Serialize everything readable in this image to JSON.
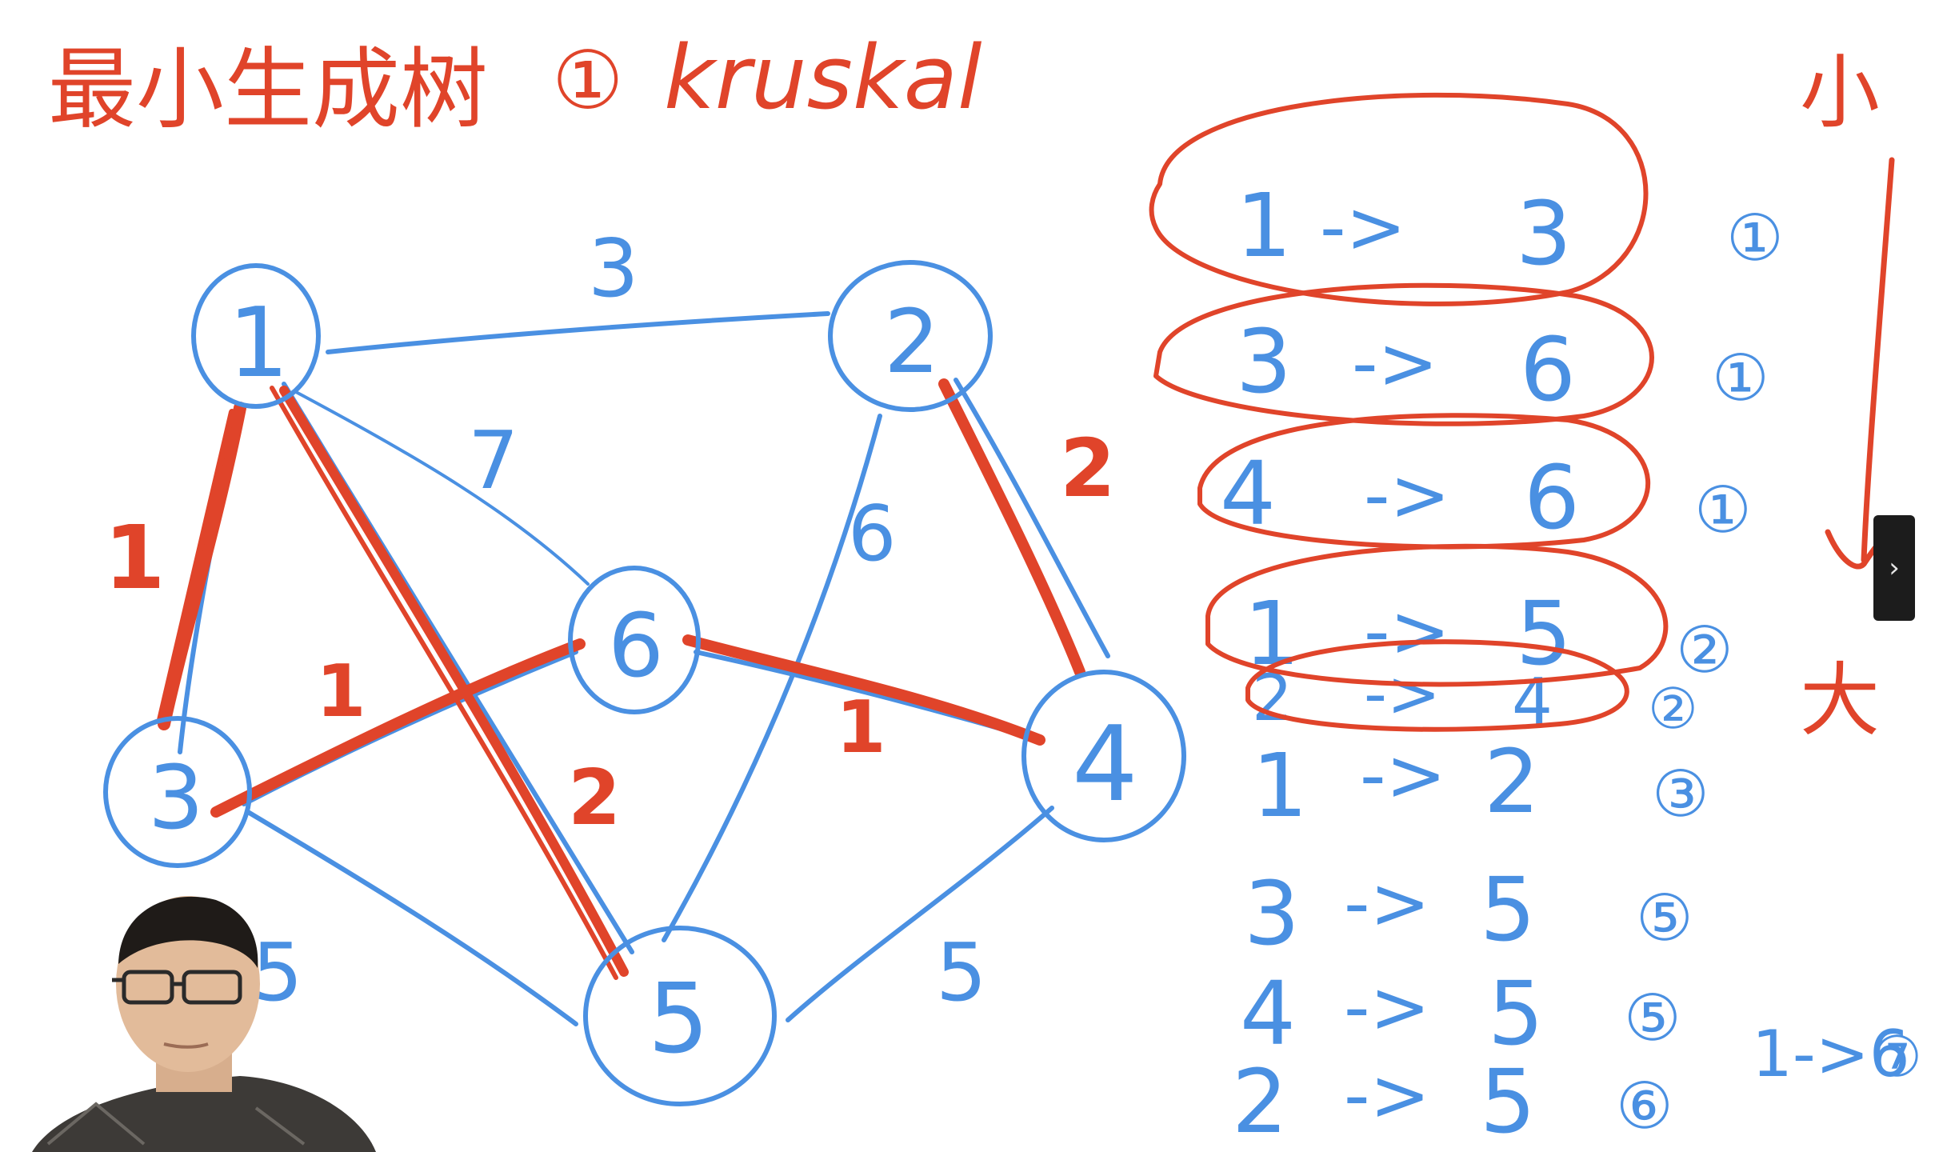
{
  "title": {
    "heading": "最小生成树",
    "method_number": "①",
    "method_name": "kruskal"
  },
  "graph": {
    "nodes": [
      "1",
      "2",
      "3",
      "4",
      "5",
      "6"
    ],
    "edge_weight_labels": {
      "e1_2": "3",
      "e1_6": "7",
      "e2_5": "6",
      "e3_5": "5",
      "e4_5": "5"
    },
    "mst_weight_labels": {
      "e1_3": "1",
      "e3_6": "1",
      "e6_4": "1",
      "e2_4": "2",
      "e1_5": "2"
    }
  },
  "edge_list": {
    "rows": [
      {
        "from": "1",
        "arrow": "->",
        "to": "3",
        "weight": "1"
      },
      {
        "from": "3",
        "arrow": "->",
        "to": "6",
        "weight": "1"
      },
      {
        "from": "4",
        "arrow": "->",
        "to": "6",
        "weight": "1"
      },
      {
        "from": "1",
        "arrow": "->",
        "to": "5",
        "weight": "2"
      },
      {
        "from": "2",
        "arrow": "->",
        "to": "4",
        "weight": "2"
      },
      {
        "from": "1",
        "arrow": "->",
        "to": "2",
        "weight": "3"
      },
      {
        "from": "3",
        "arrow": "->",
        "to": "5",
        "weight": "5"
      },
      {
        "from": "4",
        "arrow": "->",
        "to": "5",
        "weight": "5"
      },
      {
        "from": "2",
        "arrow": "->",
        "to": "5",
        "weight": "6"
      }
    ],
    "extra_note": {
      "text": "1->6",
      "weight": "7"
    }
  },
  "order_scale": {
    "top_label": "小",
    "bottom_label": "大"
  },
  "ui": {
    "side_toggle_glyph": "›"
  },
  "colors": {
    "red_ink": "#e0442a",
    "blue_ink": "#4a90e2",
    "background": "#ffffff"
  }
}
